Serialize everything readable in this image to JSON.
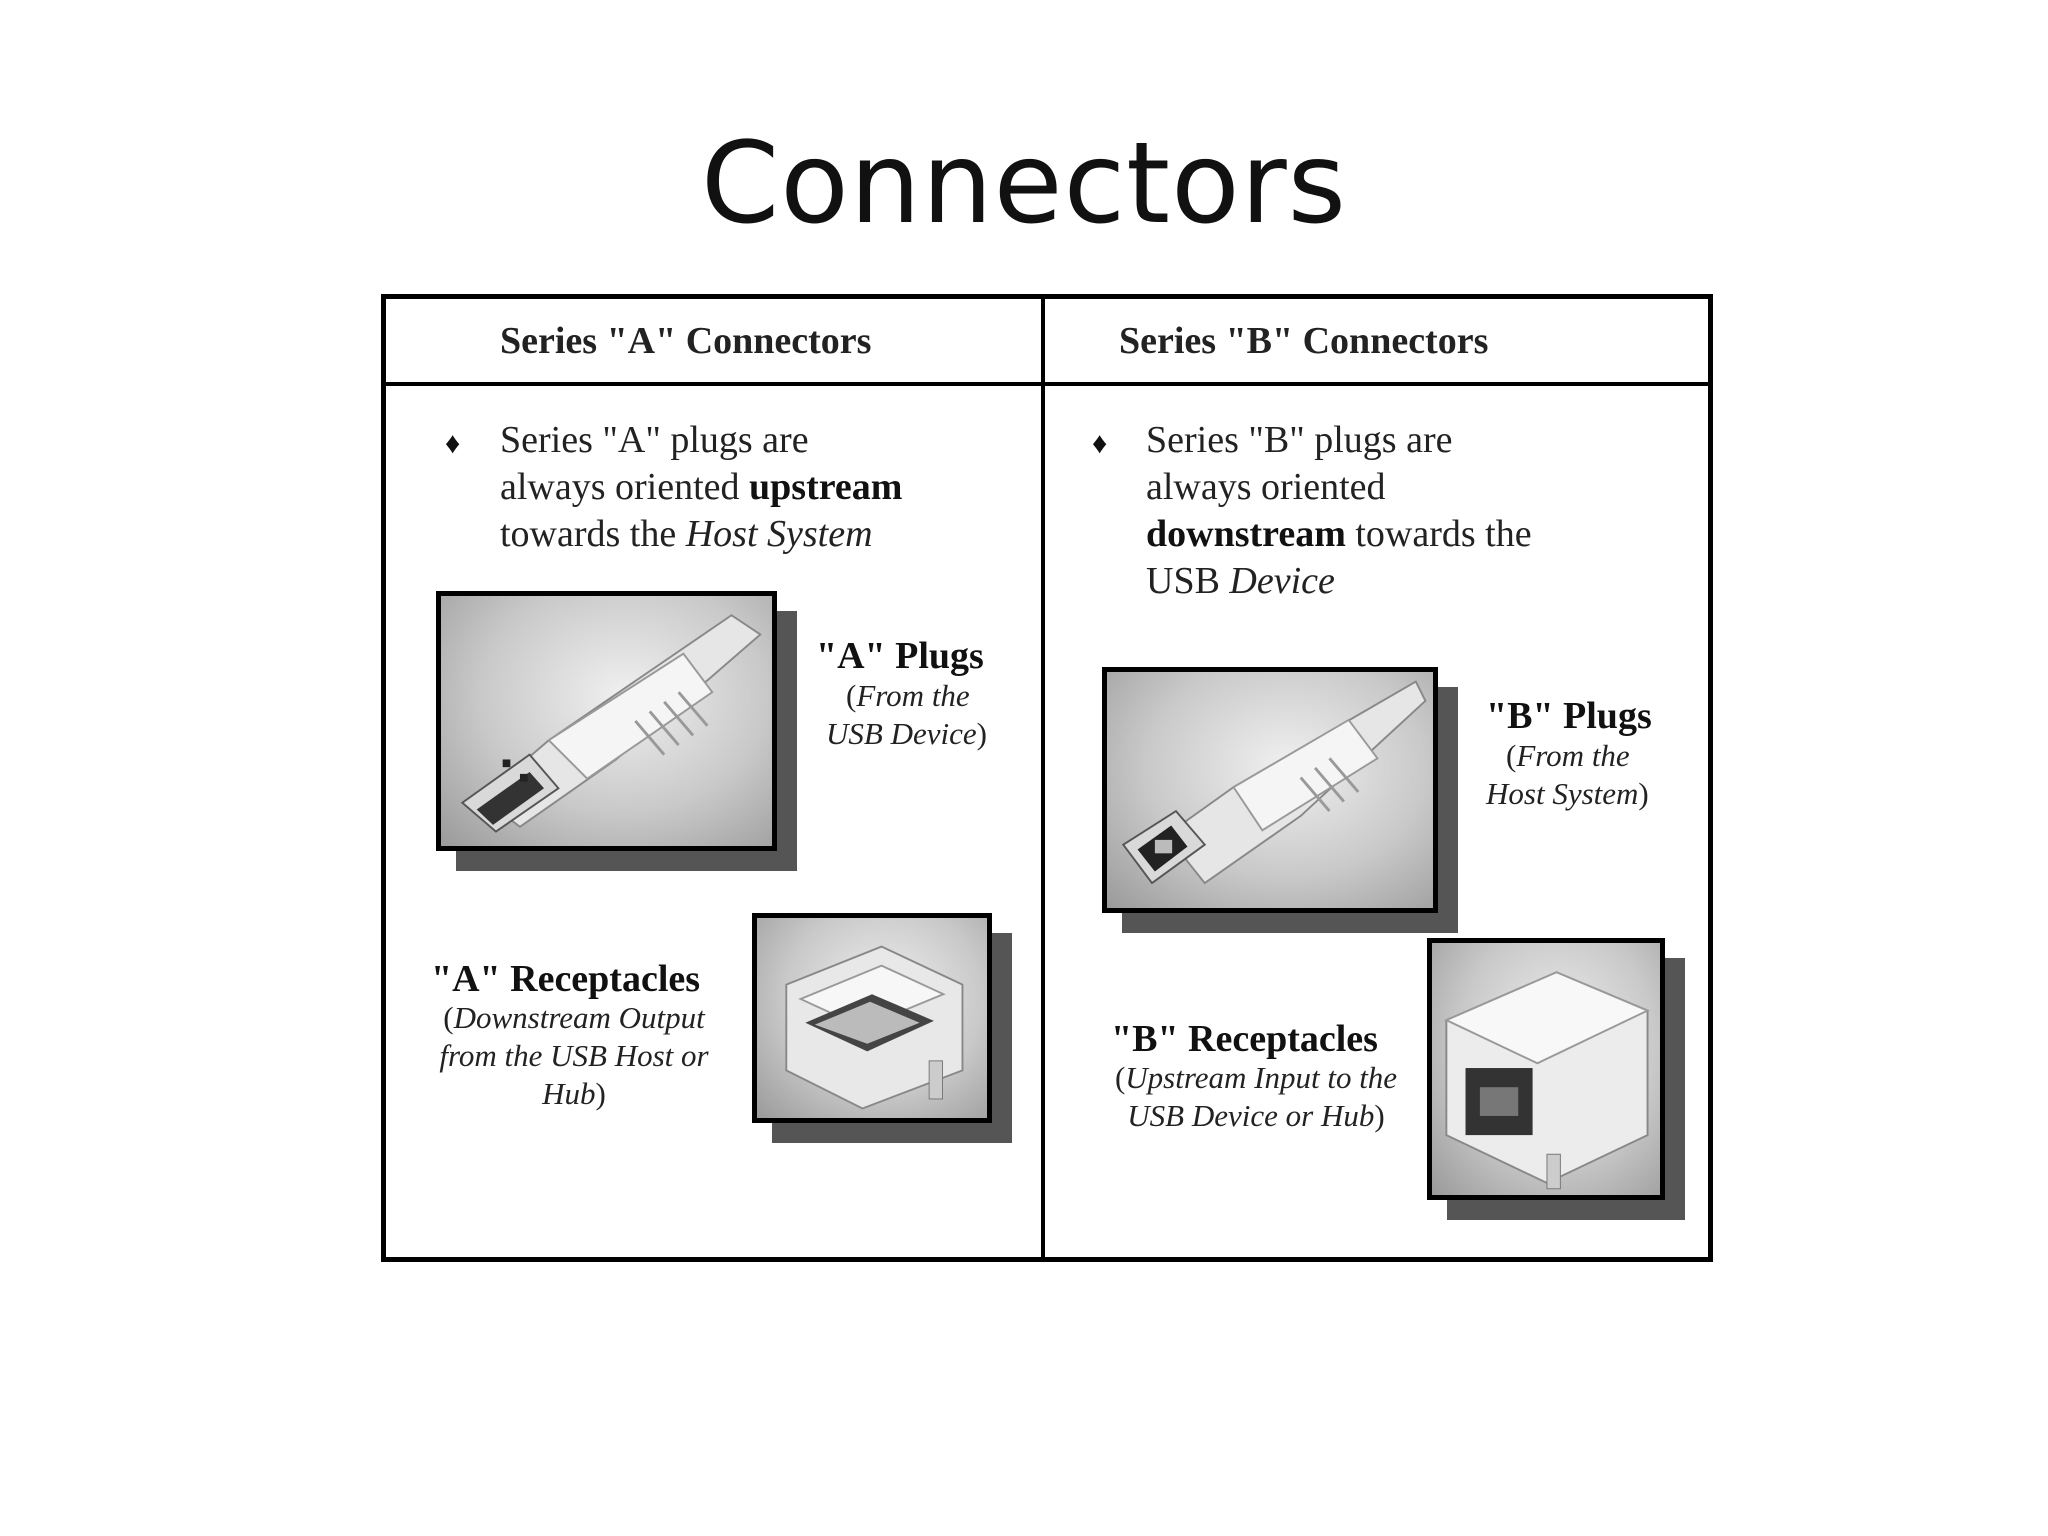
{
  "slide": {
    "title": "Connectors"
  },
  "series_a": {
    "header": "Series \"A\" Connectors",
    "bullet_symbol": "♦",
    "desc_1": "Series \"A\" plugs are",
    "desc_2_plain": "always oriented ",
    "desc_2_bold": "upstream",
    "desc_3_plain": "towards the ",
    "desc_3_italic": "Host System",
    "plug": {
      "title": "\"A\" Plugs",
      "open_paren": "(",
      "line_1": "From the",
      "line_2": "USB Device",
      "close_paren": ")",
      "icon": "usb-a-plug-image"
    },
    "receptacle": {
      "title": "\"A\" Receptacles",
      "open_paren": "(",
      "line_1": "Downstream Output",
      "line_2": "from the USB Host or",
      "line_3": "Hub",
      "close_paren": ")",
      "icon": "usb-a-receptacle-image"
    }
  },
  "series_b": {
    "header": "Series \"B\" Connectors",
    "bullet_symbol": "♦",
    "desc_1": "Series \"B\" plugs are",
    "desc_2": "always oriented",
    "desc_3_bold": "downstream",
    "desc_3_plain": " towards the",
    "desc_4_plain": "USB ",
    "desc_4_italic": "Device",
    "plug": {
      "title": "\"B\" Plugs",
      "open_paren": "(",
      "line_1": "From the",
      "line_2": "Host System",
      "close_paren": ")",
      "icon": "usb-b-plug-image"
    },
    "receptacle": {
      "title": "\"B\" Receptacles",
      "open_paren": "(",
      "line_1": "Upstream Input to the",
      "line_2": "USB Device or Hub",
      "close_paren": ")",
      "icon": "usb-b-receptacle-image"
    }
  }
}
